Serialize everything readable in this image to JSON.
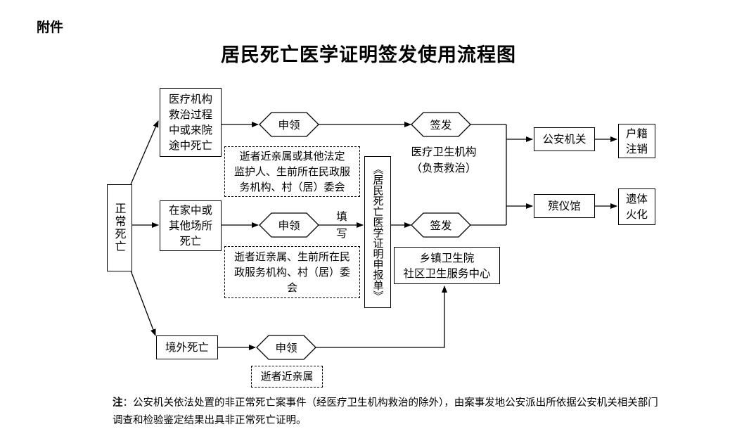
{
  "header": {
    "attachment": "附件",
    "title": "居民死亡医学证明签发使用流程图"
  },
  "nodes": {
    "normal_death": "正常死亡",
    "hospital_death": "医疗机构\n救治过程\n中或来院\n途中死亡",
    "home_death": "在家中或\n其他场所\n死亡",
    "overseas_death": "境外死亡",
    "apply_1": "申领",
    "apply_2": "申领",
    "apply_3": "申领",
    "fill_in": "填\n写",
    "sign_1": "签发",
    "sign_2": "签发",
    "applicants_1": "逝者近亲属或其他法定\n监护人、生前所在民政服\n务机构、村（居）委会",
    "applicants_2": "逝者近亲属、生前所在民\n政服务机构、村（居）委\n会",
    "applicants_3": "逝者近亲属",
    "declaration_form": "《居民死亡医学证明申报单》",
    "medical_institution": "医疗卫生机构\n（负责救治）",
    "township_center": "乡镇卫生院\n社区卫生服务中心",
    "police": "公安机关",
    "household_cancel": "户籍\n注销",
    "funeral_home": "殡仪馆",
    "cremation": "遗体\n火化"
  },
  "note": {
    "prefix": "注",
    "text": "：公安机关依法处置的非正常死亡案事件（经医疗卫生机构救治的除外），由案事发地公安派出所依据公安机关相关部门调查和检验鉴定结果出具非正常死亡证明。"
  }
}
